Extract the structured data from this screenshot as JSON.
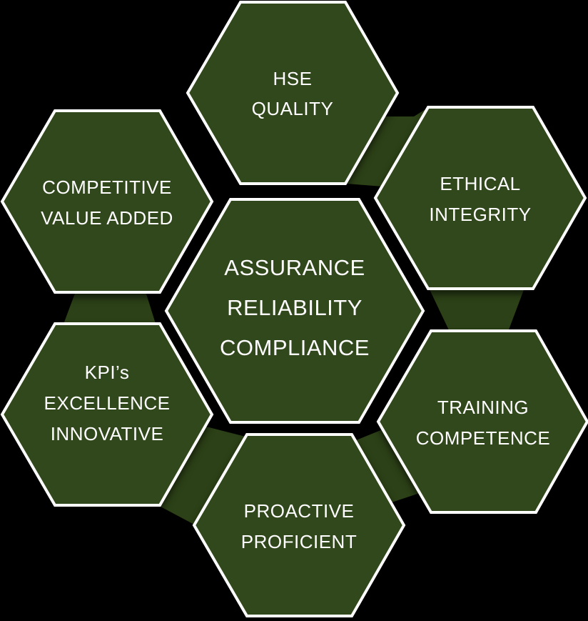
{
  "diagram": {
    "colors": {
      "background": "#000000",
      "hexagon_fill": "#31481C",
      "connector_fill": "#2C4117",
      "border": "#FFFFFF",
      "text": "#FFFFFF"
    },
    "hexagons": {
      "top": {
        "lines": [
          "HSE",
          "QUALITY"
        ]
      },
      "top_left": {
        "lines": [
          "COMPETITIVE",
          "VALUE ADDED"
        ]
      },
      "top_right": {
        "lines": [
          "ETHICAL",
          "INTEGRITY"
        ]
      },
      "center": {
        "lines": [
          "ASSURANCE",
          "RELIABILITY",
          "COMPLIANCE"
        ]
      },
      "bottom_left": {
        "lines": [
          "KPI’s",
          "EXCELLENCE",
          "INNOVATIVE"
        ]
      },
      "bottom_right": {
        "lines": [
          "TRAINING",
          "COMPETENCE"
        ]
      },
      "bottom": {
        "lines": [
          "PROACTIVE",
          "PROFICIENT"
        ]
      }
    }
  }
}
